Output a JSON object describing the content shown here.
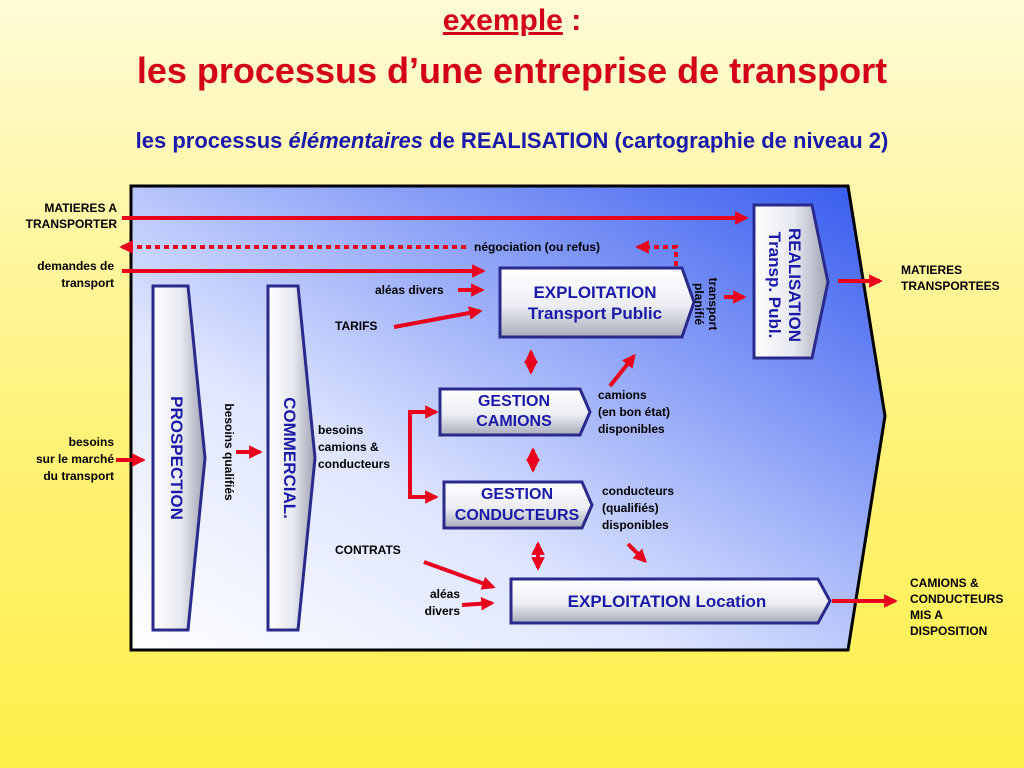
{
  "header": {
    "title_main": "exemple",
    "title_colon": " :",
    "title_line2": "les processus d’une entreprise de transport",
    "subtitle_before": "les processus ",
    "subtitle_italic": "élémentaires",
    "subtitle_after": " de REALISATION (cartographie de niveau 2)"
  },
  "inputs": {
    "matieres_a_transporter": [
      "MATIERES A",
      "TRANSPORTER"
    ],
    "demandes_de_transport": [
      "demandes de",
      "transport"
    ],
    "besoins_marche": [
      "besoins",
      "sur le marché",
      "du transport"
    ]
  },
  "outputs": {
    "matieres_transportees": [
      "MATIERES",
      "TRANSPORTEES"
    ],
    "camions_conducteurs": [
      "CAMIONS &",
      "CONDUCTEURS",
      "MIS A",
      "DISPOSITION"
    ]
  },
  "processes": {
    "prospection": "PROSPECTION",
    "commercial": "COMMERCIAL.",
    "realisation_line1": "REALISATION",
    "realisation_line2": "Transp. Publ.",
    "exploitation_tp_line1": "EXPLOITATION",
    "exploitation_tp_line2": "Transport Public",
    "gestion_camions_line1": "GESTION",
    "gestion_camions_line2": "CAMIONS",
    "gestion_conducteurs_line1": "GESTION",
    "gestion_conducteurs_line2": "CONDUCTEURS",
    "exploitation_location": "EXPLOITATION Location"
  },
  "flows": {
    "negociation": "négociation (ou refus)",
    "aleas_divers": "aléas divers",
    "tarifs": "TARIFS",
    "transport_planifie": [
      "transport",
      "planifié"
    ],
    "besoins_qualifies": "besoins qualifiés",
    "besoins_camions_conducteurs": [
      "besoins",
      "camions &",
      "conducteurs"
    ],
    "camions_disponibles": [
      "camions",
      "(en bon état)",
      "disponibles"
    ],
    "conducteurs_disponibles": [
      "conducteurs",
      "(qualifiés)",
      "disponibles"
    ],
    "contrats": "CONTRATS",
    "aleas_divers_2": [
      "aléas",
      "divers"
    ]
  },
  "colors": {
    "title": "#d4001a",
    "subtitle": "#1a1aa8",
    "arrow": "#e8001c",
    "panel_light": "#ffffff",
    "panel_dark": "#3a5cf0",
    "box_border": "#2a2a8c"
  }
}
